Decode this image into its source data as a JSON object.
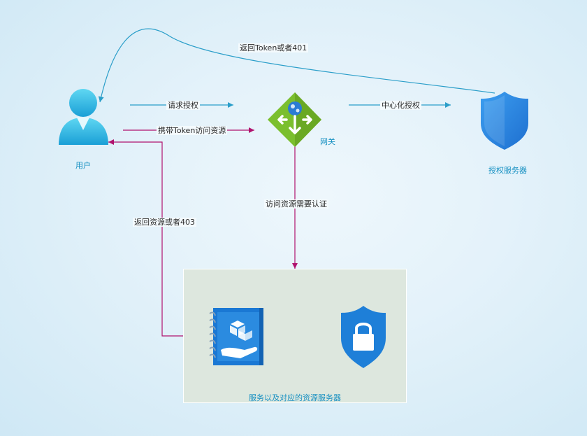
{
  "nodes": {
    "user": {
      "label": "用户",
      "icon": "user-icon"
    },
    "gateway": {
      "label": "网关",
      "icon": "api-gateway-icon"
    },
    "auth_server": {
      "label": "授权服务器",
      "icon": "shield-icon"
    },
    "resource_group": {
      "label": "服务以及对应的资源服务器",
      "icons": [
        "resource-book-icon",
        "lock-shield-icon"
      ]
    }
  },
  "edges": {
    "return_token": "返回Token或者401",
    "request_auth": "请求授权",
    "carry_token": "携带Token访问资源",
    "centralized_auth": "中心化授权",
    "needs_auth": "访问资源需要认证",
    "return_resource": "返回资源或者403"
  },
  "colors": {
    "blue_edge": "#2a9ec9",
    "magenta_edge": "#b0126e",
    "gateway_green": "#7bbf2e",
    "shield_blue": "#1e7fd8",
    "label_blue": "#1690c2",
    "resource_box": "#dde7de"
  }
}
